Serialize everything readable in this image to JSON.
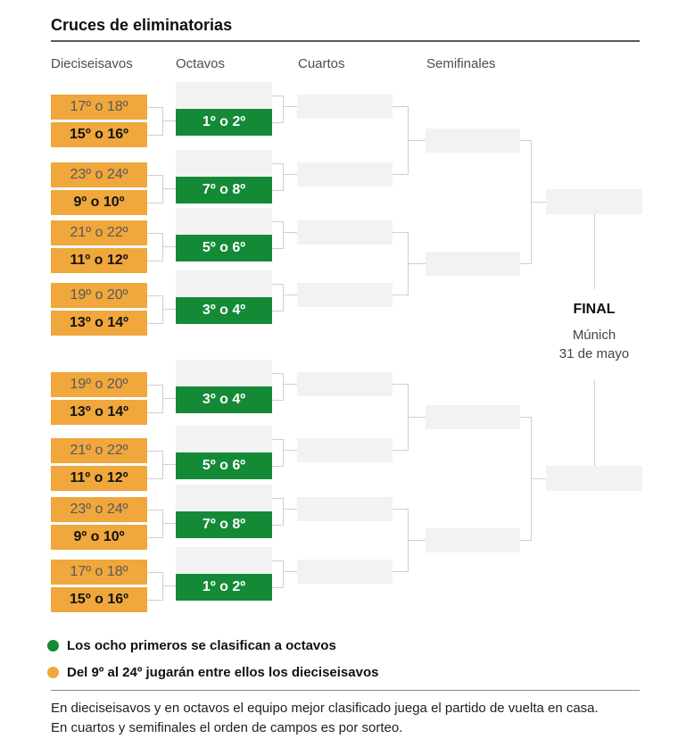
{
  "title": "Cruces de eliminatorias",
  "columns": [
    "Dieciseisavos",
    "Octavos",
    "Cuartos",
    "Semifinales"
  ],
  "groups": [
    {
      "r32_top": "17º o 18º",
      "r32_bottom": "15º o 16º",
      "seed": "1º o 2º"
    },
    {
      "r32_top": "23º o 24º",
      "r32_bottom": "9º o 10º",
      "seed": "7º o 8º"
    },
    {
      "r32_top": "21º o 22º",
      "r32_bottom": "11º o 12º",
      "seed": "5º o 6º"
    },
    {
      "r32_top": "19º o 20º",
      "r32_bottom": "13º o 14º",
      "seed": "3º o 4º"
    },
    {
      "r32_top": "19º o 20º",
      "r32_bottom": "13º o 14º",
      "seed": "3º o 4º"
    },
    {
      "r32_top": "21º o 22º",
      "r32_bottom": "11º o 12º",
      "seed": "5º o 6º"
    },
    {
      "r32_top": "23º o 24º",
      "r32_bottom": "9º o 10º",
      "seed": "7º o 8º"
    },
    {
      "r32_top": "17º o 18º",
      "r32_bottom": "15º o 16º",
      "seed": "1º o 2º"
    }
  ],
  "final": {
    "label": "FINAL",
    "venue": "Múnich",
    "date": "31 de mayo"
  },
  "legend": [
    {
      "color": "#148A37",
      "label": "Los ocho primeros se clasifican a octavos"
    },
    {
      "color": "#F0A73C",
      "label": "Del 9º al 24º jugarán entre ellos los dieciseisavos"
    }
  ],
  "footnote": [
    "En dieciseisavos y en octavos el equipo mejor clasificado juega el partido de vuelta en casa.",
    "En cuartos y semifinales el orden de campos es por sorteo."
  ],
  "colors": {
    "seed_green": "#148A37",
    "seed_orange": "#F0A73C",
    "empty_slot": "#F2F2F2",
    "connector": "#CFCFCF"
  }
}
